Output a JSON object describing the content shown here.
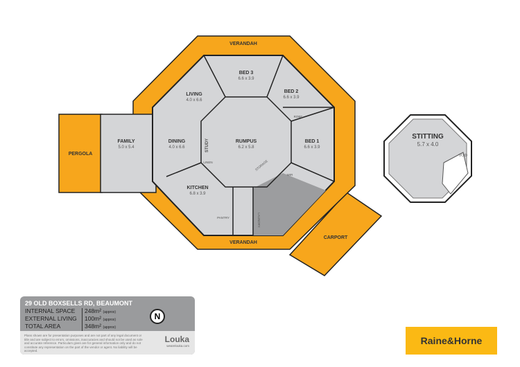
{
  "plan": {
    "rooms": [
      {
        "name": "VERANDAH",
        "dims": ""
      },
      {
        "name": "BED 3",
        "dims": "6.6 x 3.9"
      },
      {
        "name": "BED 2",
        "dims": "6.6 x 3.9"
      },
      {
        "name": "LIVING",
        "dims": "4.0 x 6.6"
      },
      {
        "name": "FAMILY",
        "dims": "5.0 x 5.4"
      },
      {
        "name": "DINING",
        "dims": "4.0 x 6.6"
      },
      {
        "name": "RUMPUS",
        "dims": "6.2 x 5.8"
      },
      {
        "name": "BED 1",
        "dims": "6.6 x 3.9"
      },
      {
        "name": "KITCHEN",
        "dims": "6.8 x 3.9"
      },
      {
        "name": "PERGOLA",
        "dims": ""
      },
      {
        "name": "VERANDAH",
        "dims": ""
      },
      {
        "name": "CARPORT",
        "dims": ""
      },
      {
        "name": "STITTING",
        "dims": "5.7 x 4.0"
      }
    ],
    "small_labels": {
      "study": "STUDY",
      "pantry": "PANTRY",
      "laundry": "LAUNDRY",
      "wir": "WIR",
      "storage": "STORAGE",
      "robe": "ROBE",
      "linen": "LINEN",
      "void": "VOID"
    },
    "colors": {
      "verandah": "#f7a61c",
      "interior": "#d4d5d7",
      "wet": "#9c9d9f",
      "wall": "#222222"
    }
  },
  "info": {
    "address": "29 OLD BOXSELLS RD, BEAUMONT",
    "rows": [
      {
        "label": "INTERNAL SPACE",
        "value": "248m²",
        "note": "(approx)"
      },
      {
        "label": "EXTERNAL LIVING",
        "value": "100m²",
        "note": "(approx)"
      },
      {
        "label": "TOTAL AREA",
        "value": "348m²",
        "note": "(approx)"
      }
    ],
    "compass": "N",
    "disclaimer": "Plans shown are for presentation purposes and are not part of any legal document or title and are subject to errors, omissions, inaccuracies and should not be used as sole and accurate reference. Particulars given are for general information only and do not constitute any representation on the part of the vendor or agent. No liability will be accepted.",
    "brand": "Louka",
    "brand_url": "wearelouka.com"
  },
  "agency": {
    "logo": "Raine&Horne"
  }
}
